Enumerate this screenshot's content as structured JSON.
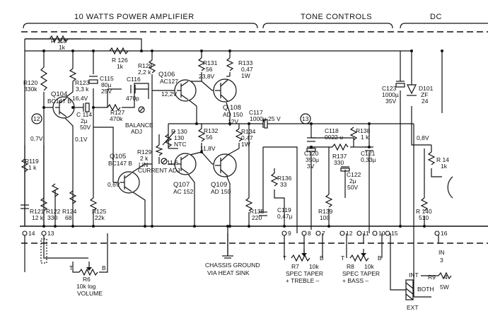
{
  "headers": {
    "power_amp": "10 WATTS POWER AMPLIFIER",
    "tone": "TONE CONTROLS",
    "dc": "DC"
  },
  "node_markers": {
    "n12": "12",
    "n13": "13"
  },
  "resistors": {
    "r118": [
      "R 118",
      "1k"
    ],
    "r126": [
      "R 126",
      "1k"
    ],
    "r128": [
      "R128",
      "2,2 k"
    ],
    "r131": [
      "R131",
      "56"
    ],
    "r133": [
      "R133",
      "0,47",
      "1W"
    ],
    "r120": [
      "R120",
      "330k"
    ],
    "r123": [
      "R123",
      "3,3 k"
    ],
    "r127": [
      "R127",
      "470k"
    ],
    "r130": [
      "R 130",
      "130",
      "NTC"
    ],
    "r132": [
      "R132",
      "56"
    ],
    "r134": [
      "R134",
      "0,47",
      "1W"
    ],
    "r129": [
      "R129",
      "2 k",
      "LIN"
    ],
    "r119": [
      "R119",
      "1 k"
    ],
    "r121": [
      "R121",
      "12 k"
    ],
    "r122": [
      "R122",
      "330"
    ],
    "r124": [
      "R124",
      "68"
    ],
    "r125": [
      "R125",
      "22k"
    ],
    "r135": [
      "R135",
      "220"
    ],
    "r136": [
      "R136",
      "33"
    ],
    "r137": [
      "R137",
      "330"
    ],
    "r138": [
      "R138",
      "1 k"
    ],
    "r139": [
      "R139",
      "100"
    ],
    "r140": [
      "R 140",
      "510"
    ],
    "r14": [
      "R 14",
      "1k"
    ],
    "r9": [
      "R9",
      "4",
      "5W"
    ]
  },
  "capacitors": {
    "c115": [
      "C115",
      "80µ",
      "25V"
    ],
    "c116": [
      "C116",
      "470p"
    ],
    "c114": [
      "C 114",
      "2µ",
      "50V"
    ],
    "c117": [
      "C117",
      "1000µ  25 V"
    ],
    "c118": [
      "C118",
      "0022 u"
    ],
    "c120": [
      "C120",
      "350µ",
      "3V"
    ],
    "c121": [
      "C121",
      "0,33µ"
    ],
    "c122": [
      "C122",
      "2µ",
      "50V"
    ],
    "c119": [
      "C119",
      "0,47µ"
    ],
    "c123": [
      "C123",
      "1000µ",
      "35V"
    ]
  },
  "transistors": {
    "q104": [
      "Q104",
      "BC147 B"
    ],
    "q105": [
      "Q105",
      "BC147 B"
    ],
    "q106": [
      "Q106",
      "AC127"
    ],
    "q107": [
      "Q107",
      "AC 152"
    ],
    "q108": [
      "Q 108",
      "AD 150"
    ],
    "q109": [
      "Q109",
      "AD 150"
    ]
  },
  "diode": [
    "D101",
    "ZF",
    "24"
  ],
  "voltages": {
    "v23_8": "23,8V",
    "v12_2": "12,2V",
    "v16_4": "16,4V",
    "v0_7": "0,7V",
    "v0_1": "0,1V",
    "v12": "12V",
    "v11_8": "11,8V",
    "v11_6": "11,6",
    "v0_6": "0,6V",
    "v0_8": "0,8V"
  },
  "adj_labels": {
    "balance": [
      "BALANCE",
      "ADJ"
    ],
    "current": "CURRENT ADJ"
  },
  "terminals": [
    "14",
    "13",
    "9",
    "8",
    "7",
    "12",
    "11",
    "10",
    "15",
    "16"
  ],
  "pots": {
    "r6": [
      "R6",
      "10k log",
      "VOLUME"
    ],
    "r7": [
      "R7",
      "10k",
      "SPEC TAPER",
      "+ TREBLE –"
    ],
    "r8": [
      "R8",
      "10k",
      "SPEC TAPER",
      "+  BASS  –"
    ]
  },
  "pot_ends": {
    "t": "T",
    "b": "B"
  },
  "chassis": [
    "CHASSIS GROUND",
    "VIA HEAT SINK"
  ],
  "switch": {
    "int": "INT",
    "both": "BOTH",
    "ext": "EXT"
  },
  "right_edge": {
    "in": "IN",
    "three": "3"
  }
}
